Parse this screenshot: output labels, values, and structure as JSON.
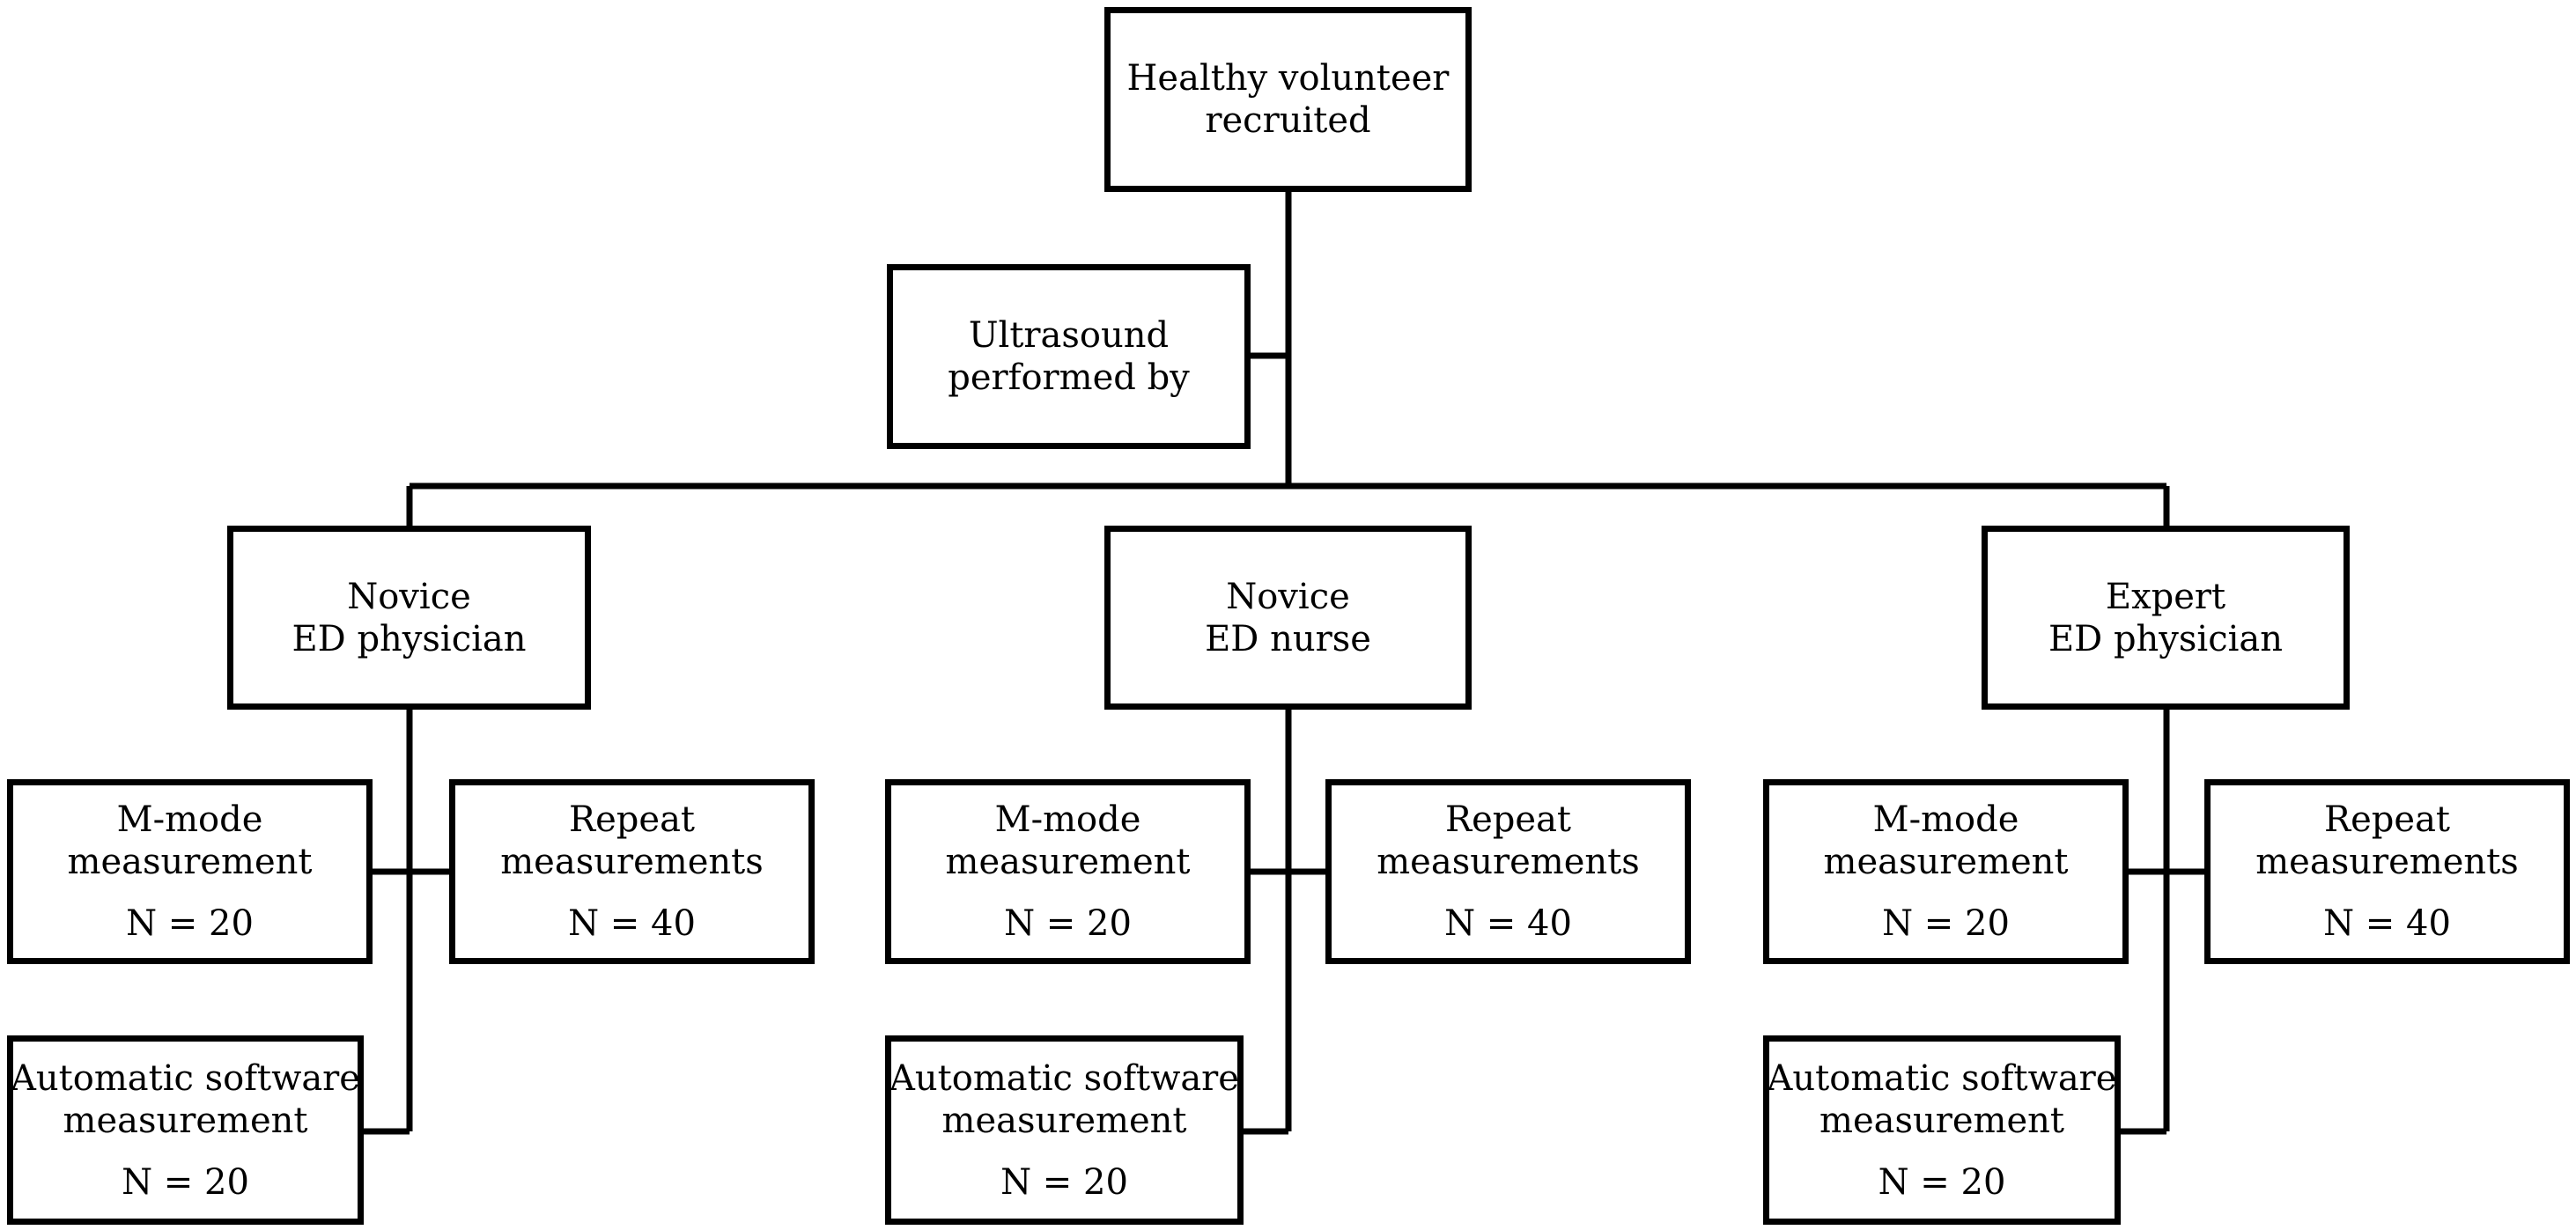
{
  "root": {
    "line1": "Healthy volunteer",
    "line2": "recruited"
  },
  "side": {
    "line1": "Ultrasound",
    "line2": "performed by"
  },
  "groups": [
    {
      "operator": {
        "line1": "Novice",
        "line2": "ED physician"
      },
      "mmode": {
        "line1": "M-mode",
        "line2": "measurement",
        "n": "N = 20"
      },
      "repeat": {
        "line1": "Repeat",
        "line2": "measurements",
        "n": "N = 40"
      },
      "auto": {
        "line1": "Automatic software",
        "line2": "measurement",
        "n": "N = 20"
      }
    },
    {
      "operator": {
        "line1": "Novice",
        "line2": "ED nurse"
      },
      "mmode": {
        "line1": "M-mode",
        "line2": "measurement",
        "n": "N = 20"
      },
      "repeat": {
        "line1": "Repeat",
        "line2": "measurements",
        "n": "N = 40"
      },
      "auto": {
        "line1": "Automatic software",
        "line2": "measurement",
        "n": "N = 20"
      }
    },
    {
      "operator": {
        "line1": "Expert",
        "line2": "ED physician"
      },
      "mmode": {
        "line1": "M-mode",
        "line2": "measurement",
        "n": "N = 20"
      },
      "repeat": {
        "line1": "Repeat",
        "line2": "measurements",
        "n": "N = 40"
      },
      "auto": {
        "line1": "Automatic software",
        "line2": "measurement",
        "n": "N = 20"
      }
    }
  ]
}
